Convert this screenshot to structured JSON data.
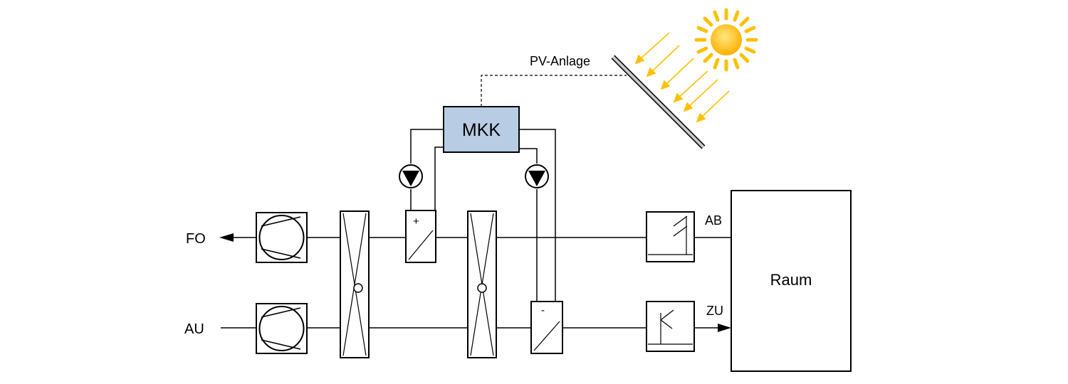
{
  "labels": {
    "pv": "PV-Anlage",
    "mkk": "MKK",
    "fo": "FO",
    "au": "AU",
    "ab": "AB",
    "zu": "ZU",
    "raum": "Raum",
    "plus": "+",
    "minus": "-"
  },
  "colors": {
    "line": "#000000",
    "mkk_fill": "#b8cce4",
    "sun_fill": "#ffc000",
    "sun_core": "#ffb400",
    "ray": "#ffc000",
    "panel": "#d0d0d0"
  }
}
